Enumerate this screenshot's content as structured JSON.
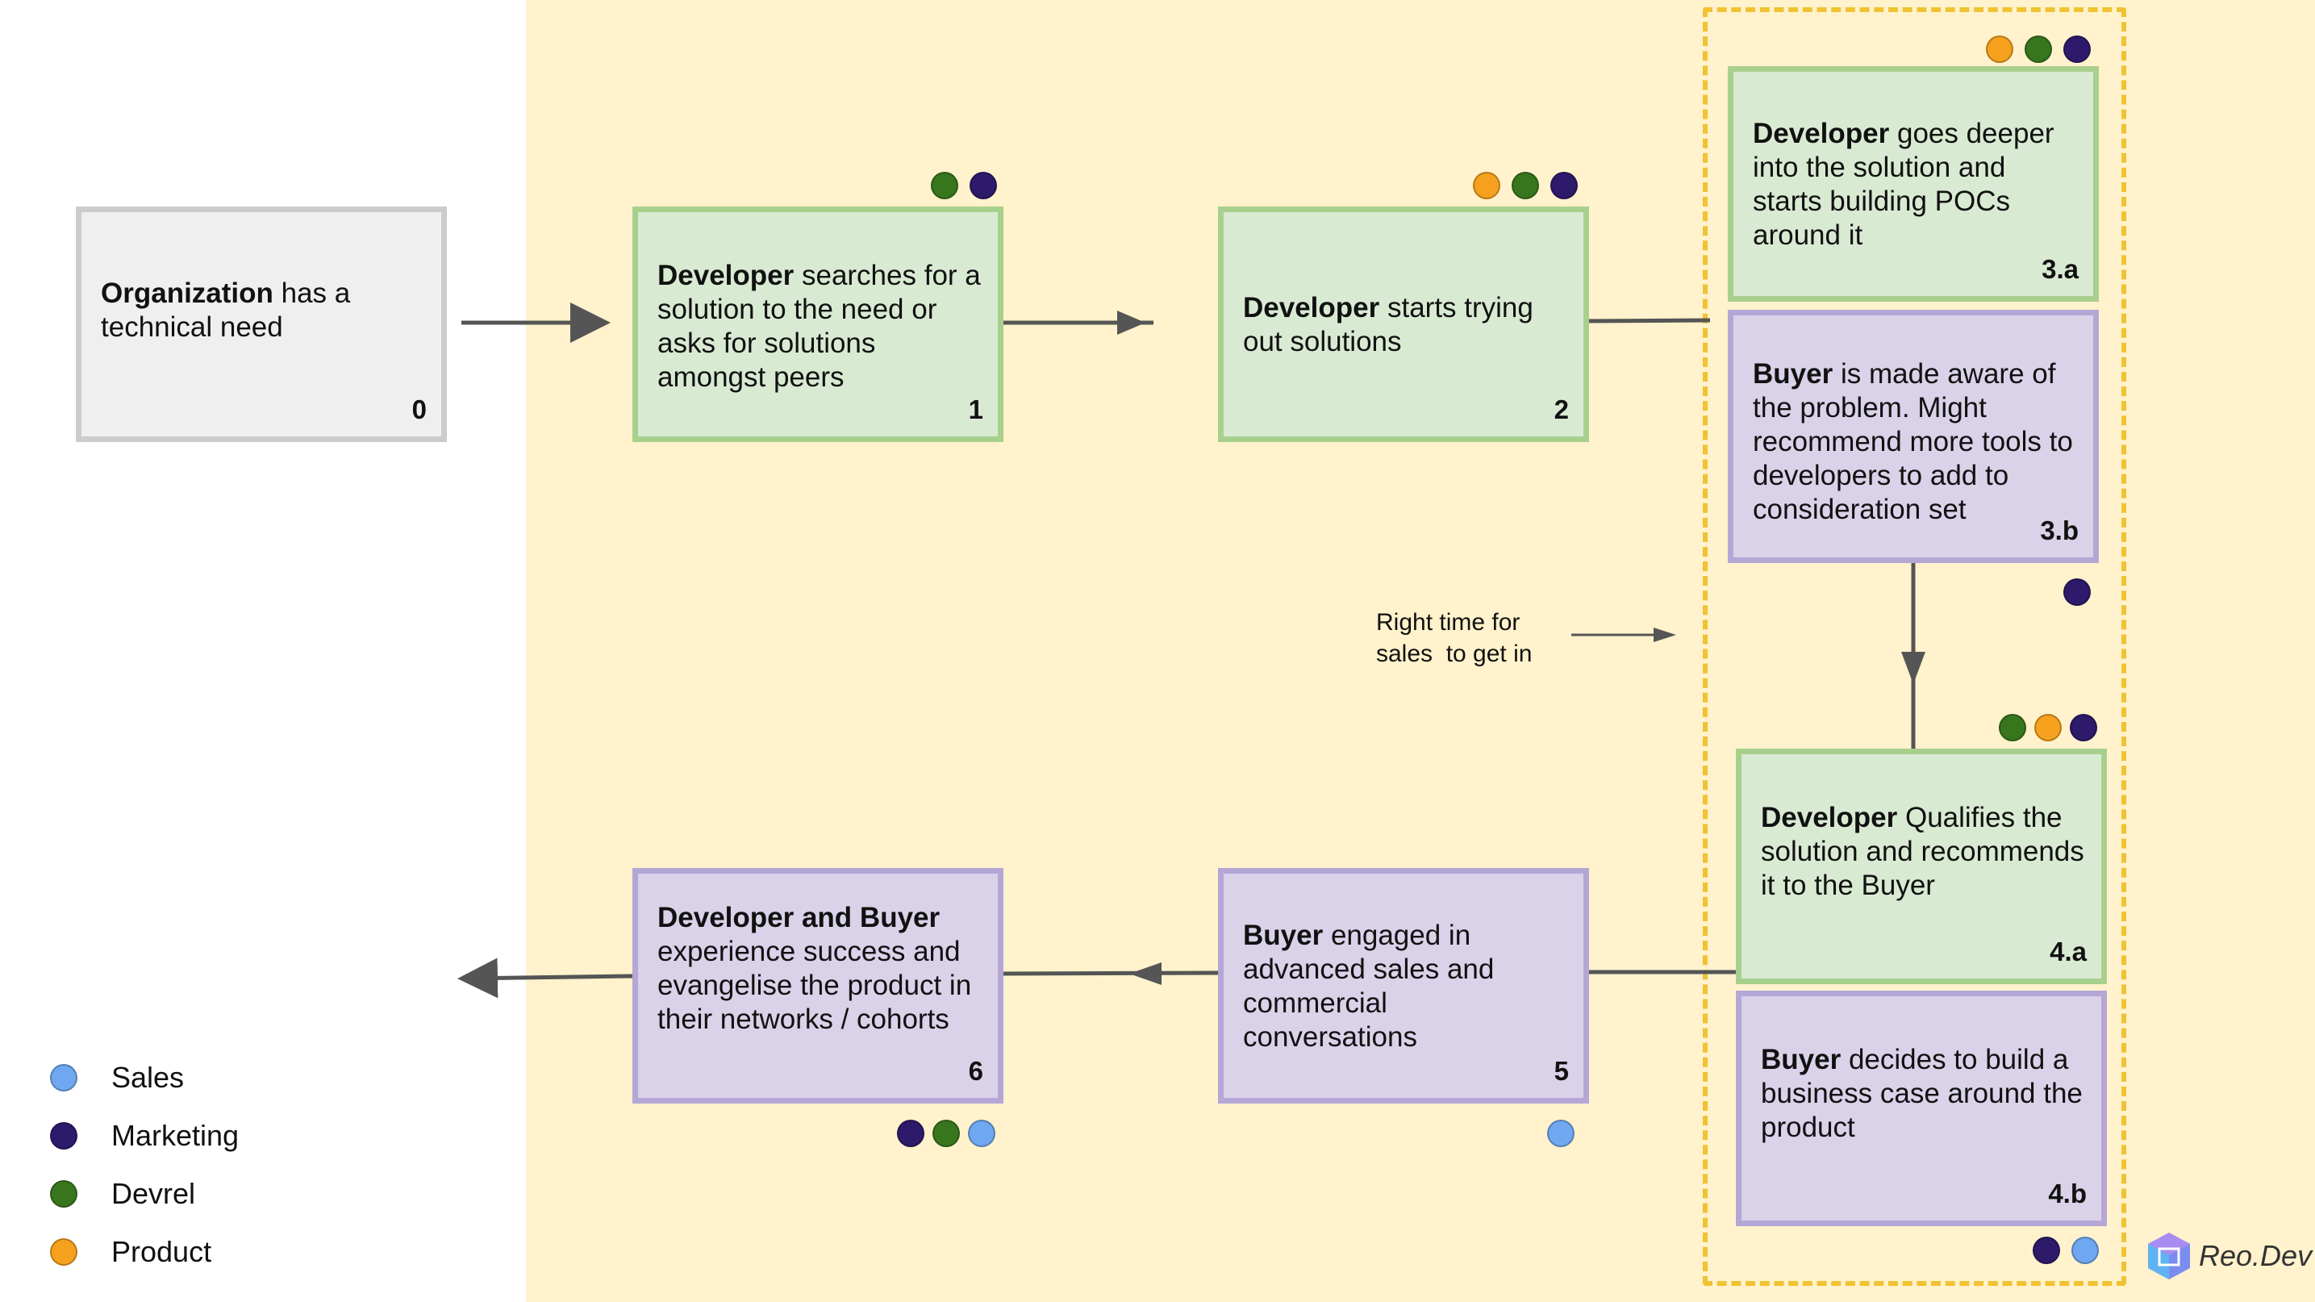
{
  "colors": {
    "sales": "#6fa8f0",
    "marketing": "#2e1a6b",
    "devrel": "#38761d",
    "product": "#f6a11e"
  },
  "boxes": {
    "b0": {
      "bold": "Organization",
      "rest": " has a technical need",
      "num": "0"
    },
    "b1": {
      "bold": "Developer",
      "rest": " searches for a solution to the need or asks for solutions amongst peers",
      "num": "1"
    },
    "b2": {
      "bold": "Developer",
      "rest": " starts trying out solutions",
      "num": "2"
    },
    "b3a": {
      "bold": "Developer",
      "rest": " goes deeper into the solution and starts building POCs around it",
      "num": "3.a"
    },
    "b3b": {
      "bold": "Buyer",
      "rest": " is made aware of the problem. Might recommend more tools to developers to add to consideration set",
      "num": "3.b"
    },
    "b4a": {
      "bold": "Developer",
      "rest": " Qualifies the solution and recommends it to the Buyer",
      "num": "4.a"
    },
    "b4b": {
      "bold": "Buyer",
      "rest": " decides to build a business case around the product",
      "num": "4.b"
    },
    "b5": {
      "bold": "Buyer",
      "rest": " engaged in advanced sales and commercial conversations",
      "num": "5"
    },
    "b6": {
      "bold": "Developer and Buyer",
      "rest": " experience success and evangelise the product in their networks / cohorts",
      "num": "6"
    }
  },
  "note": "Right time for\nsales  to get in",
  "legend": [
    {
      "label": "Sales",
      "icon": "sales-dot-icon"
    },
    {
      "label": "Marketing",
      "icon": "marketing-dot-icon"
    },
    {
      "label": "Devrel",
      "icon": "devrel-dot-icon"
    },
    {
      "label": "Product",
      "icon": "product-dot-icon"
    }
  ],
  "logo": {
    "text": "Reo.Dev",
    "icon": "reo-dev-logo-icon"
  }
}
